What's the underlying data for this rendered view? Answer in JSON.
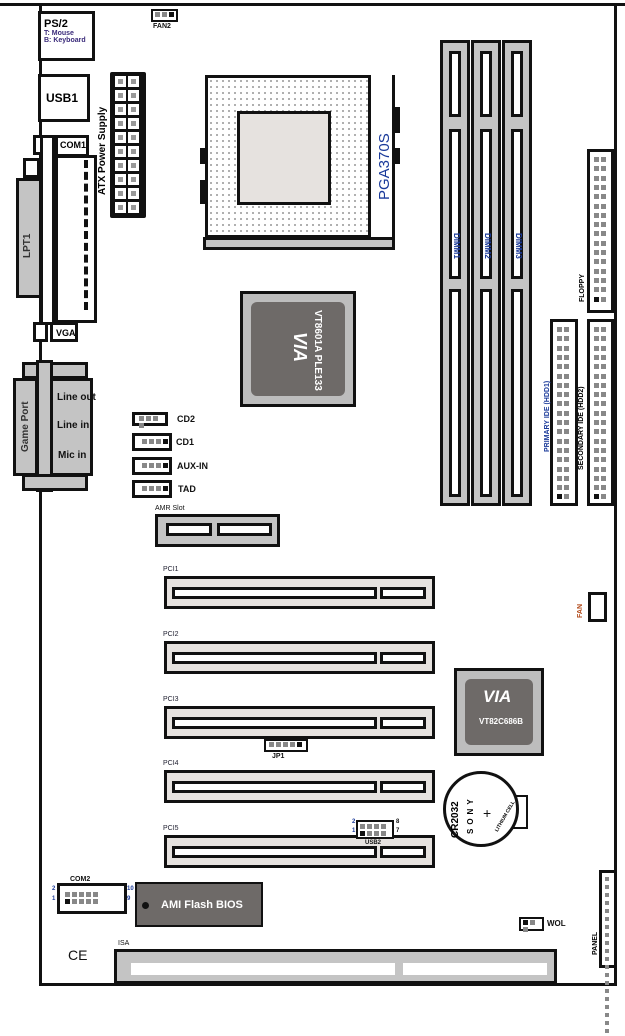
{
  "ps2": {
    "title": "PS/2",
    "line1": "T: Mouse",
    "line2": "B: Keyboard"
  },
  "fan2": "FAN2",
  "usb1": "USB1",
  "atx": "ATX Power Supply",
  "com1": "COM1",
  "lpt1": "LPT1",
  "vga": "VGA",
  "game_port": "Game Port",
  "audio": {
    "line_out": "Line out",
    "line_in": "Line in",
    "mic_in": "Mic in"
  },
  "headers": {
    "cd2": "CD2",
    "cd1": "CD1",
    "aux": "AUX-IN",
    "tad": "TAD",
    "jp1": "JP1",
    "usb2": "USB2",
    "wol": "WOL",
    "fan": "FAN",
    "panel": "PANEL",
    "com2": "COM2"
  },
  "amr": "AMR Slot",
  "cpu": "PGA370S",
  "northbridge": {
    "brand": "VIA",
    "model": "VT8601A PLE133"
  },
  "southbridge": {
    "brand": "VIA",
    "model": "VT82C686B"
  },
  "dimms": [
    "DIMM1",
    "DIMM2",
    "DIMM3"
  ],
  "floppy": "FLOPPY",
  "ide1": "PRIMARY IDE (HDD1)",
  "ide2": "SECONDARY IDE (HDD2)",
  "pci": [
    "PCI1",
    "PCI2",
    "PCI3",
    "PCI4",
    "PCI5"
  ],
  "battery": {
    "model": "CR2032",
    "brand": "SONY",
    "type": "LITHIUM CELL",
    "plus": "+"
  },
  "bios": "AMI Flash BIOS",
  "isa": "ISA",
  "ce": "CE",
  "pin_nums": {
    "usb2_a": "2",
    "usb2_b": "1",
    "usb2_c": "8",
    "usb2_d": "7",
    "com2_a": "2",
    "com2_b": "1",
    "com2_c": "10",
    "com2_d": "9",
    "one": "1"
  }
}
